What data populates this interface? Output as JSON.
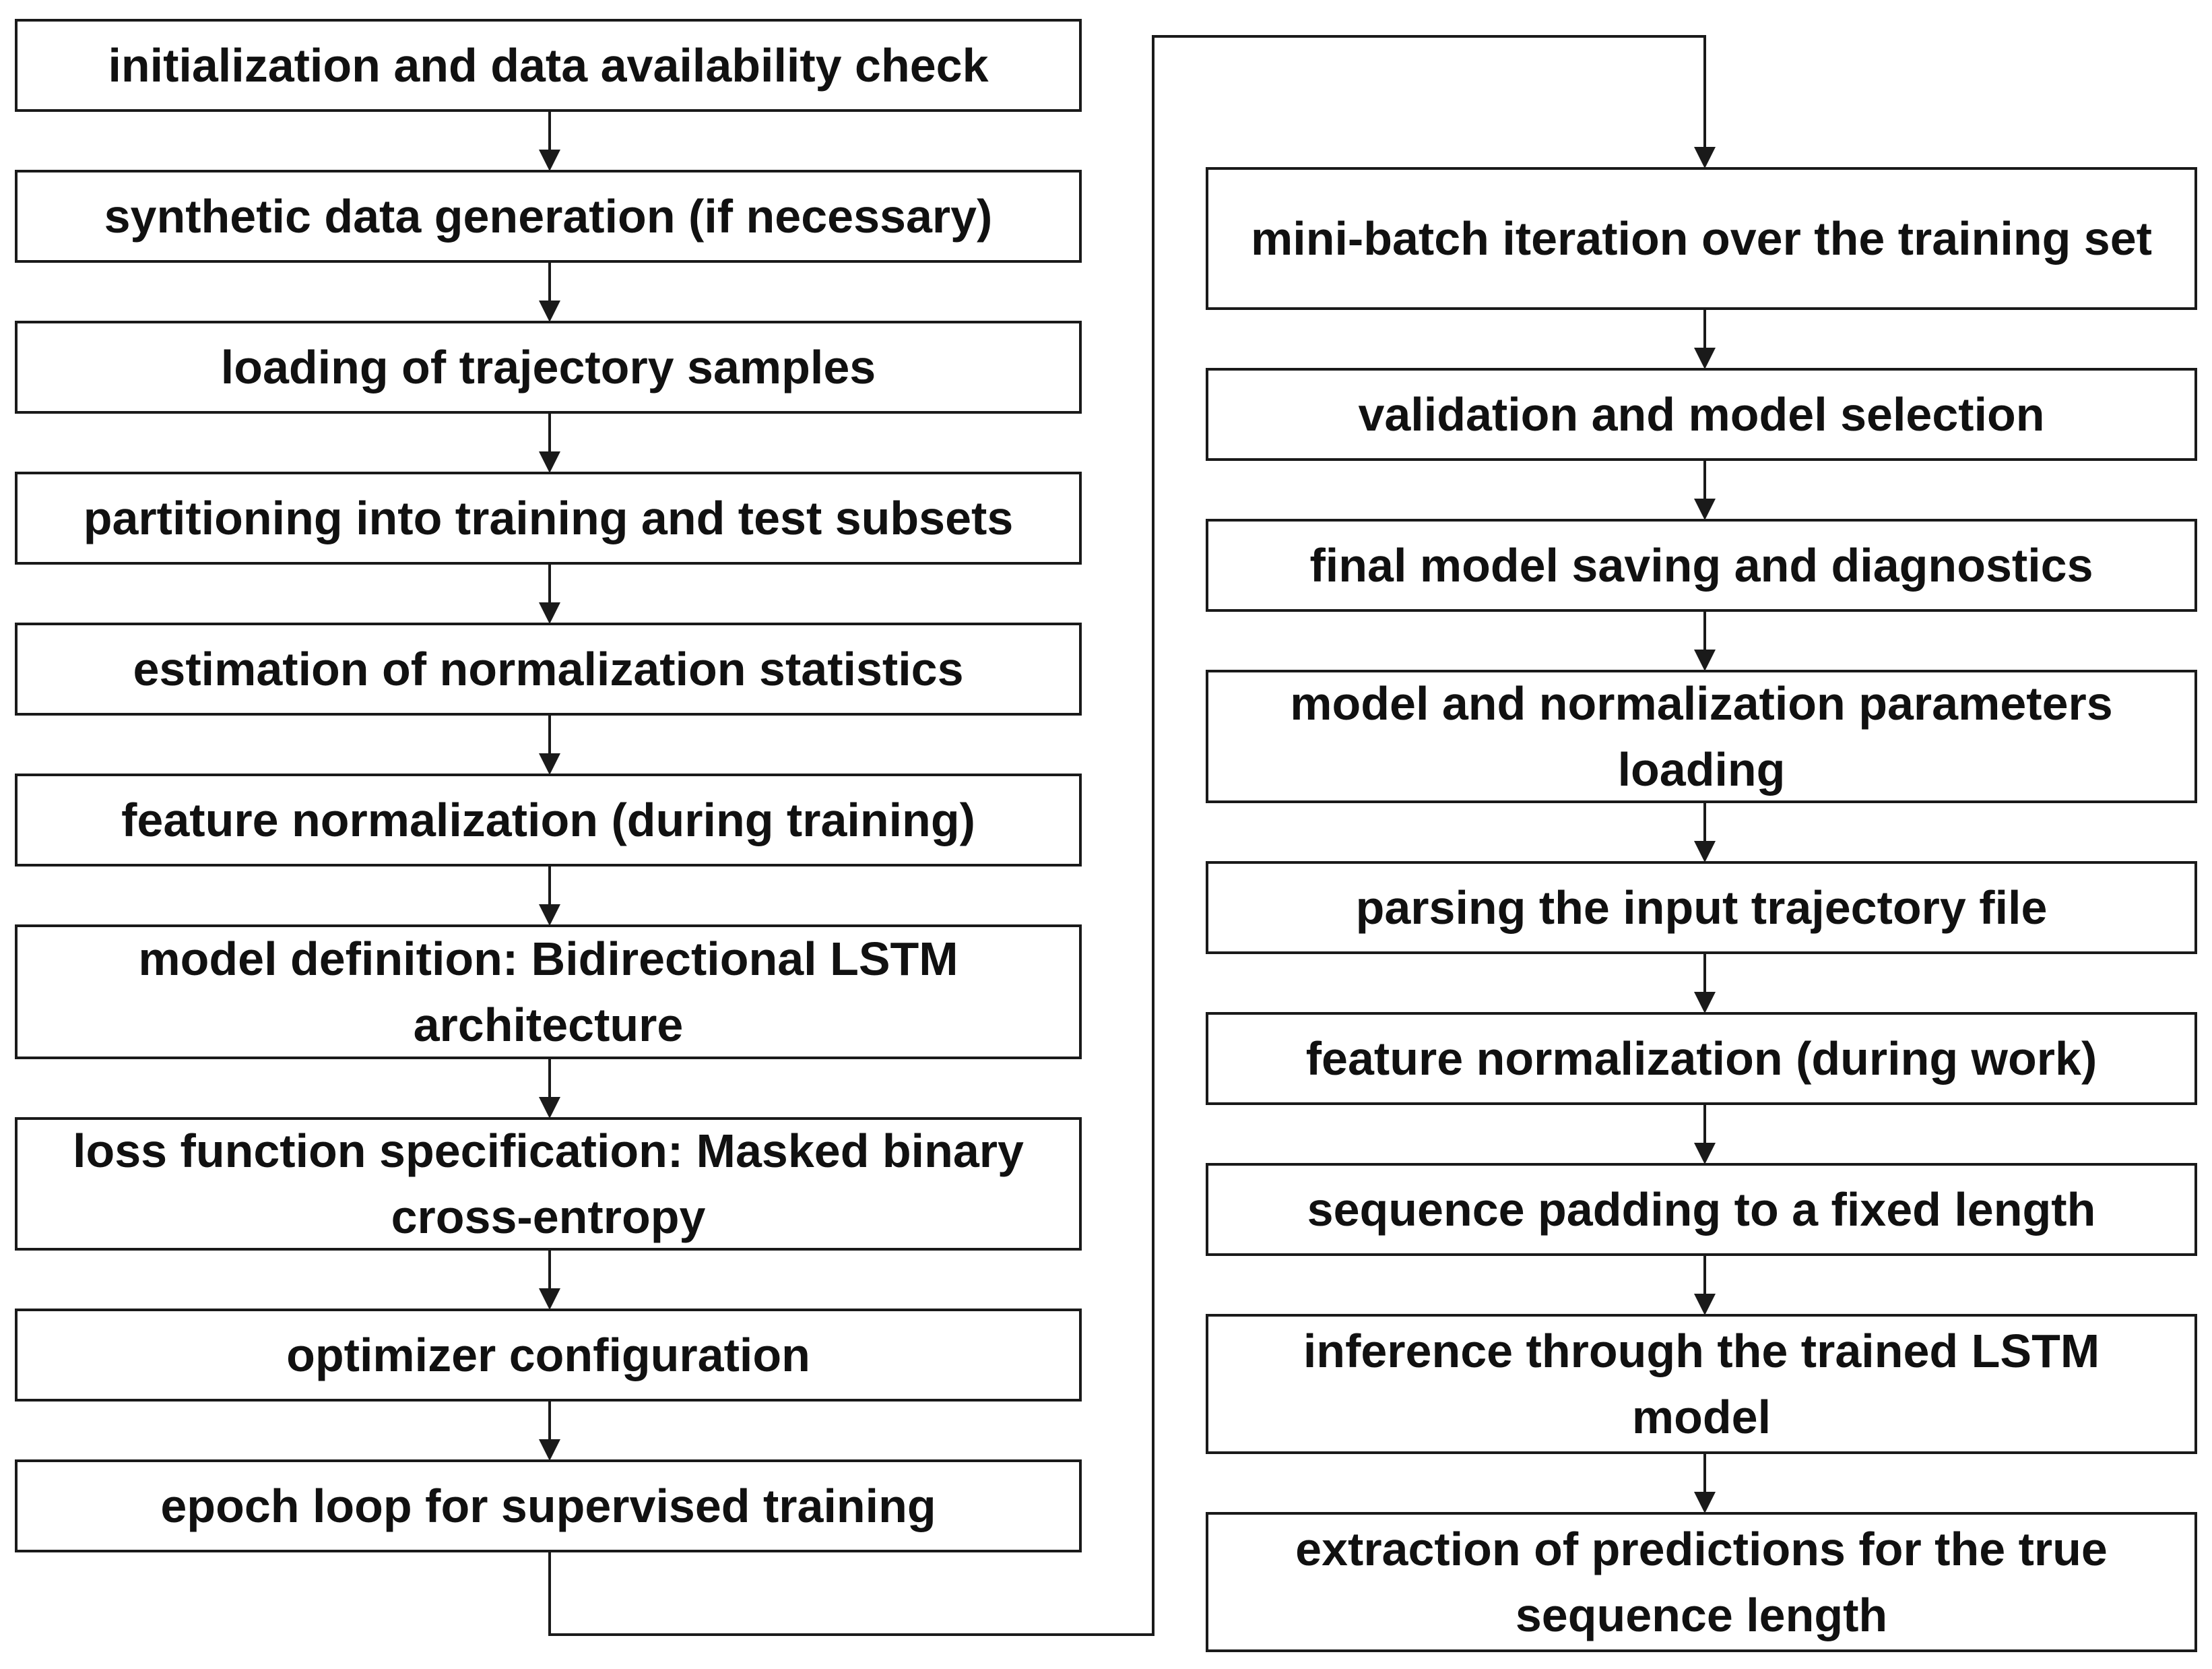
{
  "left_column": [
    {
      "id": "s1",
      "label": "initialization and data availability check"
    },
    {
      "id": "s2",
      "label": "synthetic data generation (if necessary)"
    },
    {
      "id": "s3",
      "label": "loading of trajectory samples"
    },
    {
      "id": "s4",
      "label": "partitioning into training and test subsets"
    },
    {
      "id": "s5",
      "label": "estimation of normalization statistics"
    },
    {
      "id": "s6",
      "label": "feature normalization (during training)"
    },
    {
      "id": "s7",
      "label": "model definition: Bidirectional LSTM architecture"
    },
    {
      "id": "s8",
      "label": "loss function specification: Masked binary cross-entropy"
    },
    {
      "id": "s9",
      "label": "optimizer configuration"
    },
    {
      "id": "s10",
      "label": "epoch loop for supervised training"
    }
  ],
  "right_column": [
    {
      "id": "s11",
      "label": "mini-batch iteration over the training set"
    },
    {
      "id": "s12",
      "label": "validation and model selection"
    },
    {
      "id": "s13",
      "label": "final model saving and diagnostics"
    },
    {
      "id": "s14",
      "label": "model and normalization parameters loading"
    },
    {
      "id": "s15",
      "label": "parsing the input trajectory file"
    },
    {
      "id": "s16",
      "label": "feature normalization (during work)"
    },
    {
      "id": "s17",
      "label": "sequence padding to a fixed length"
    },
    {
      "id": "s18",
      "label": "inference through the trained LSTM model"
    },
    {
      "id": "s19",
      "label": "extraction of predictions for the true sequence length"
    }
  ],
  "colors": {
    "stroke": "#1a1a1a",
    "text": "#111111",
    "background": "#ffffff"
  }
}
